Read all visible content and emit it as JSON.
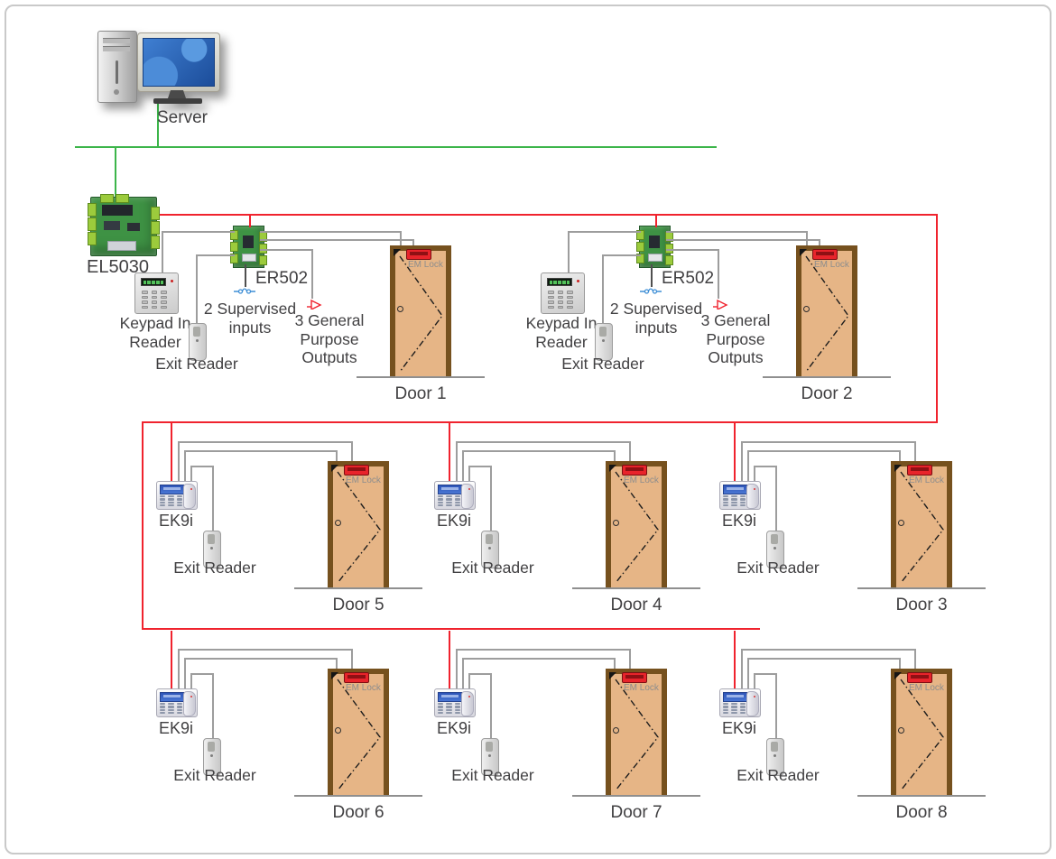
{
  "colors": {
    "network_green": "#3cb54a",
    "bus_red": "#f0232e",
    "wire_gray": "#9d9d9d",
    "wire_dark": "#4f4f4f",
    "floor_gray": "#8f8f8f",
    "door_fill": "#e6b586",
    "door_frame": "#76511e",
    "lock_red": "#e8242b",
    "pcb_green": "#3e9244",
    "terminal_green": "#9ccb3c",
    "input_icon_blue": "#3f8fd6",
    "label_text": "#414042",
    "em_lock_text": "#8d8d8d"
  },
  "server": {
    "label": "Server"
  },
  "controller": {
    "label": "EL5030"
  },
  "top_groups": [
    {
      "board_label": "ER502",
      "keypad_label": "Keypad In\nReader",
      "exit_reader_label": "Exit Reader",
      "supervised_label": "2 Supervised\ninputs",
      "outputs_label": "3 General\nPurpose\nOutputs",
      "lock_label": "EM Lock",
      "door_label": "Door 1"
    },
    {
      "board_label": "ER502",
      "keypad_label": "Keypad In\nReader",
      "exit_reader_label": "Exit Reader",
      "supervised_label": "2 Supervised\ninputs",
      "outputs_label": "3 General\nPurpose\nOutputs",
      "lock_label": "EM Lock",
      "door_label": "Door 2"
    }
  ],
  "door_rows": [
    [
      {
        "keypad_label": "EK9i",
        "exit_reader_label": "Exit Reader",
        "lock_label": "EM Lock",
        "door_label": "Door 5"
      },
      {
        "keypad_label": "EK9i",
        "exit_reader_label": "Exit Reader",
        "lock_label": "EM Lock",
        "door_label": "Door 4"
      },
      {
        "keypad_label": "EK9i",
        "exit_reader_label": "Exit Reader",
        "lock_label": "EM Lock",
        "door_label": "Door 3"
      }
    ],
    [
      {
        "keypad_label": "EK9i",
        "exit_reader_label": "Exit Reader",
        "lock_label": "EM Lock",
        "door_label": "Door 6"
      },
      {
        "keypad_label": "EK9i",
        "exit_reader_label": "Exit Reader",
        "lock_label": "EM Lock",
        "door_label": "Door 7"
      },
      {
        "keypad_label": "EK9i",
        "exit_reader_label": "Exit Reader",
        "lock_label": "EM Lock",
        "door_label": "Door 8"
      }
    ]
  ]
}
